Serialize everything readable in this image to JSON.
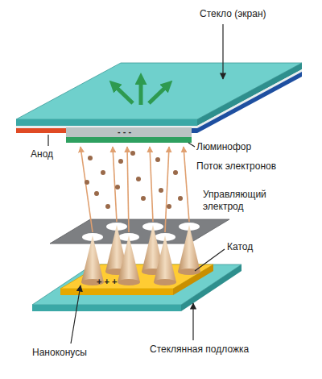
{
  "diagram": {
    "labels": [
      "Стекло (экран)",
      "- - -",
      "Анод",
      "Люминофор",
      "Поток электронов",
      "Управляющий электрод",
      "Катод",
      "+ + +",
      "Наноконусы",
      "Стеклянная подложка"
    ]
  }
}
